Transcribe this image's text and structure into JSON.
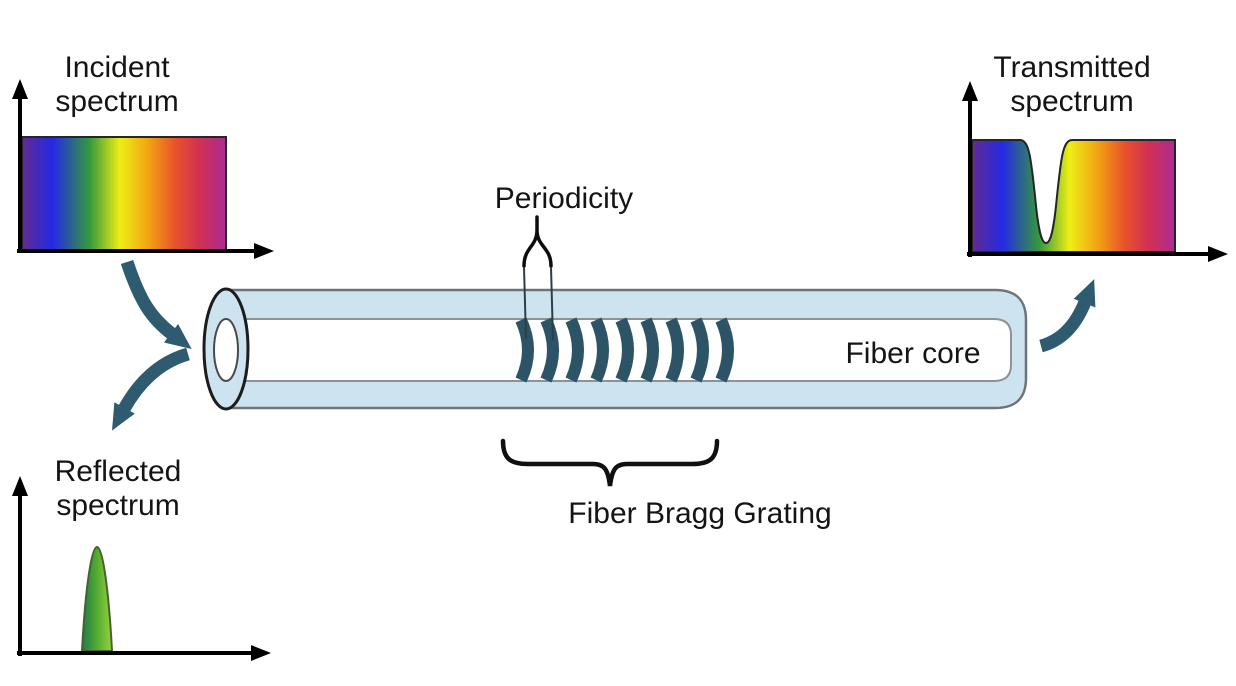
{
  "plots": {
    "incident": {
      "label": [
        "Incident",
        "spectrum"
      ]
    },
    "transmitted": {
      "label": [
        "Transmitted",
        "spectrum"
      ]
    },
    "reflected": {
      "label": [
        "Reflected",
        "spectrum"
      ]
    }
  },
  "fiber": {
    "core_label": "Fiber core",
    "grating_label": "Fiber Bragg Grating",
    "periodicity_label": "Periodicity",
    "grating_line_count": 9
  },
  "colors": {
    "arrow": "#2e5b70",
    "grating": "#2d5466",
    "cladding": "#cde4f0",
    "core": "#ffffff",
    "spectrum_stops": [
      "#632a90",
      "#2429e5",
      "#33993d",
      "#eeee15",
      "#f2a313",
      "#e8532a",
      "#d13055",
      "#ab2b96"
    ],
    "peak_stops": [
      "#1f7a4e",
      "#55ab30",
      "#96d33c"
    ]
  }
}
